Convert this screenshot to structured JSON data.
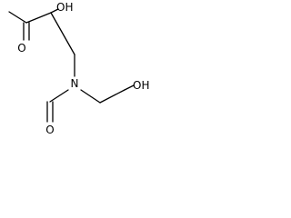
{
  "molecule": {
    "atoms": [
      {
        "id": "o-ketone",
        "label": "O"
      },
      {
        "id": "o-hydroxy",
        "label": "OH"
      },
      {
        "id": "n-amine",
        "label": "N"
      },
      {
        "id": "o-nitroso",
        "label": "O"
      },
      {
        "id": "o-hydroxyethyl",
        "label": "OH"
      }
    ]
  }
}
